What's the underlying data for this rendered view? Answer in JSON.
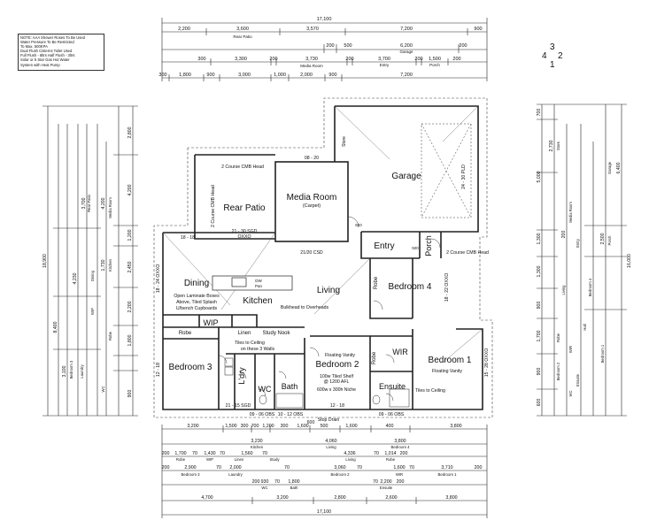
{
  "note": {
    "lines": [
      "NOTE: AAA Shower Roses To Be Used",
      "Water Pressure To Be Restricted",
      "To Max. 500KPA",
      "Dual Flush Cisterns Toilet Used",
      "Full Flush - 6ltrs Half Flush - 3ltrs",
      "Solar or 5 Star Gas Hot Water",
      "System with Heat Pump"
    ]
  },
  "compass": [
    "3",
    "4",
    "2",
    "1"
  ],
  "rooms": {
    "rear_patio": "Rear Patio",
    "media_room": "Media Room",
    "media_sub": "(Carpet)",
    "garage": "Garage",
    "entry": "Entry",
    "porch": "Porch",
    "dining": "Dining",
    "kitchen": "Kitchen",
    "living": "Living",
    "bedroom4": "Bedroom 4",
    "bedroom1": "Bedroom 1",
    "bedroom2": "Bedroom 2",
    "bedroom3": "Bedroom 3",
    "wip": "WIP",
    "wir": "WIR",
    "ensuite": "Ensuite",
    "bath": "Bath",
    "wc": "WC",
    "ldry": "L'dry",
    "robe": "Robe",
    "robe_b4": "Robe",
    "robe_b2": "Robe",
    "linen": "Linen",
    "study_nook": "Study Nook",
    "store": "Store"
  },
  "annotations": {
    "cmb_head": "2 Course CMB Head",
    "cmb_head_v": "2 Course CMB Head",
    "porch_cmb": "2 Course CMB Head",
    "sgd_patio": "21 - 30 SGD",
    "oxxo1": "OXXO",
    "sgd_media": "08 - 20",
    "csd": "21/20 CSD",
    "pld": "24 - 30 PLD",
    "dining_win": "18 - 18",
    "oxxo_kit": "18 - 24 OXXO",
    "b4_win": "18 - 22 OXXO",
    "b1_win": "15 - 28 OXXO",
    "b3_win": "12 - 18",
    "dw": "DW",
    "pan": "Pan",
    "cupboards1": "Open Laminate Boxes",
    "cupboards2": "Above, Tiled Splash",
    "cupboards3": "U/bench Cupboards",
    "bulkhead": "Bulkhead to Overheads",
    "tiles_walls1": "Tiles to Ceiling",
    "tiles_walls2": "on these 3 Walls",
    "floating1": "Floating Vanity",
    "floating2": "Floating Vanity",
    "tiled_shelf1": "100w Tiled Shelf",
    "tiled_shelf2": "@ 1200 AFL",
    "niche": "600w x 300h Niche",
    "tiles_ceiling_ens": "Tiles to Ceiling",
    "stop_drain": "Stop Drain",
    "b3_sgd": "21 - 15 SGD",
    "obs1": "09 - 06 OBS",
    "obs2": "10 - 12 OBS",
    "obs3": "09 - 06 OBS",
    "b2_win": "12 - 18",
    "dim_600": "600",
    "dim_920": "920",
    "dim_820": "820"
  },
  "top_dims": {
    "overall": "17,100",
    "row1": [
      "2,200",
      "3,600",
      "3,570",
      "7,200",
      "900"
    ],
    "row1_labels": [
      "Rear Patio",
      "Garage"
    ],
    "row2": [
      "200",
      "500",
      "6,200",
      "200"
    ],
    "row3": [
      "300",
      "3,300",
      "200",
      "3,730",
      "200",
      "3,700",
      "200",
      "1,500",
      "200"
    ],
    "row3_labels": [
      "Media Room",
      "Entry",
      "Porch"
    ],
    "row4": [
      "300",
      "1,800",
      "900",
      "3,000",
      "1,000",
      "2,000",
      "900",
      "7,200"
    ]
  },
  "bottom_dims": {
    "row1": [
      "3,200",
      "1,500",
      "300",
      "700",
      "1,200",
      "300",
      "1,600",
      "500",
      "1,600",
      "400",
      "3,800"
    ],
    "row2": [
      "3,230",
      "4,060",
      "3,800"
    ],
    "row2_labels": [
      "Kitchen",
      "Living",
      "Bedroom 4"
    ],
    "row3": [
      "200",
      "1,700",
      "70",
      "1,430",
      "70",
      "1,560",
      "70",
      "4,336",
      "70",
      "1,014",
      "200"
    ],
    "row3_labels": [
      "Robe",
      "WIP",
      "Linen",
      "Study",
      "Living",
      "Robe"
    ],
    "row4": [
      "200",
      "2,900",
      "70",
      "2,000",
      "70",
      "3,060",
      "70",
      "1,600",
      "70",
      "3,710",
      "200"
    ],
    "row4_labels": [
      "Bedroom 3",
      "Laundry",
      "Bedroom 2",
      "WIR",
      "Bedroom 1"
    ],
    "row5": [
      "200",
      "930",
      "70",
      "1,800",
      "70",
      "2,200",
      "200"
    ],
    "row5_labels": [
      "WC",
      "Bath",
      "Ensuite"
    ],
    "row6": [
      "4,700",
      "3,200",
      "2,800",
      "2,600",
      "3,800"
    ],
    "overall": "17,100"
  },
  "left_dims": {
    "overall": "18,900",
    "col_outer": [
      "2,800",
      "4,200",
      "1,200",
      "2,450",
      "2,200",
      "1,800",
      "900"
    ],
    "col_inner": [
      "4,200",
      "3,700",
      "4,230",
      "8,400",
      "3,100",
      "1,730"
    ],
    "labels": [
      "Rear Patio",
      "Media Room",
      "Dining",
      "Kitchen",
      "WIP",
      "Bedroom 3",
      "Laundry",
      "WC",
      "Robe"
    ]
  },
  "right_dims": {
    "overall": "16,000",
    "col_outer": [
      "700",
      "2,730",
      "5,000",
      "6,400",
      "1,300",
      "200",
      "2,500",
      "1,300",
      "900",
      "1,700",
      "900",
      "600"
    ],
    "labels": [
      "Store",
      "Garage",
      "Media Room",
      "Entry",
      "Porch",
      "Living",
      "Bedroom 4",
      "Robe",
      "WIR",
      "Hall",
      "Ensuite",
      "Bedroom 1",
      "Bedroom 2",
      "WC"
    ]
  }
}
